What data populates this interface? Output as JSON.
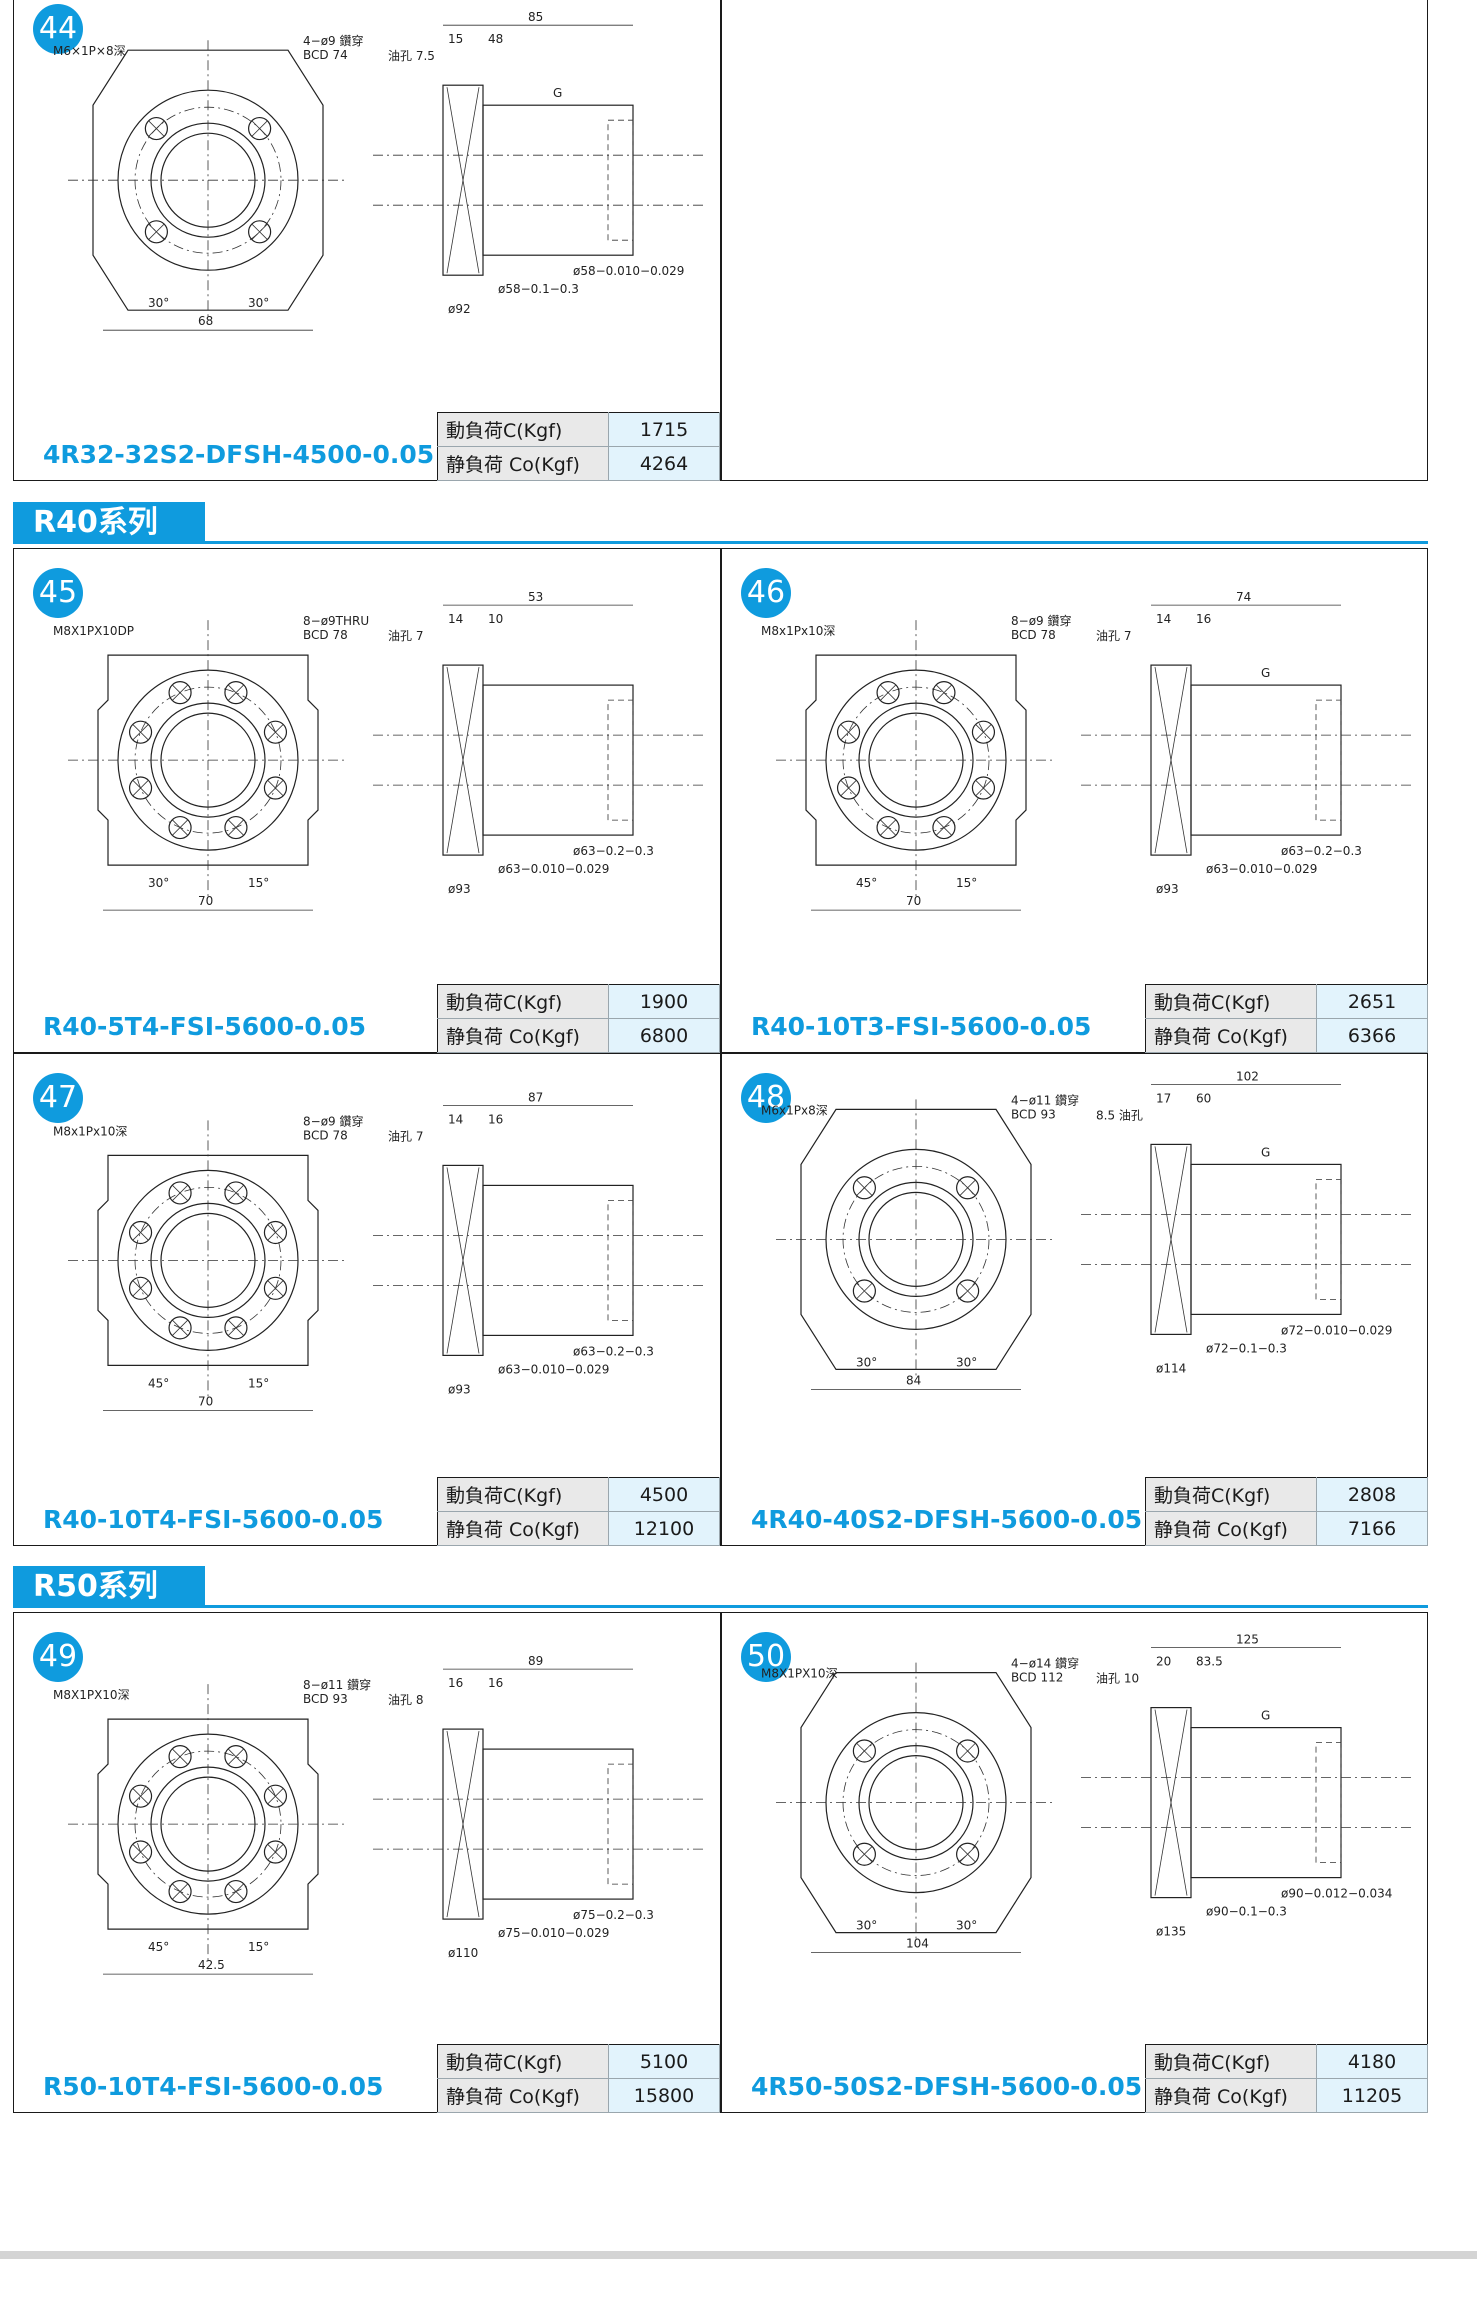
{
  "sections": [
    {
      "title": "R40系列"
    },
    {
      "title": "R50系列"
    }
  ],
  "load_labels": {
    "dynamic": "動負荷C(Kgf)",
    "static": "静負荷 Co(Kgf)"
  },
  "cards": [
    {
      "num": "44",
      "code": "4R32-32S2-DFSH-4500-0.05",
      "dynamic": "1715",
      "static": "4264",
      "dims": {
        "top": "85",
        "a": "15",
        "b": "48",
        "oil": "油孔 7.5",
        "tap": "M6×1P×8深",
        "holes": "4−ø9 鑽穿",
        "bcd": "BCD 74",
        "width": "68",
        "ang1": "30°",
        "ang2": "30°",
        "d1": "ø58−0.1−0.3",
        "d2": "ø58−0.010−0.029",
        "d3": "ø92",
        "g": "G"
      }
    },
    {
      "num": "45",
      "code": "R40-5T4-FSI-5600-0.05",
      "dynamic": "1900",
      "static": "6800",
      "dims": {
        "top": "53",
        "a": "14",
        "b": "10",
        "oil": "油孔 7",
        "tap": "M8X1PX10DP",
        "holes": "8−ø9THRU",
        "bcd": "BCD 78",
        "width": "70",
        "ang1": "30°",
        "ang2": "15°",
        "d1": "ø63−0.010−0.029",
        "d2": "ø63−0.2−0.3",
        "d3": "ø93",
        "g": ""
      }
    },
    {
      "num": "46",
      "code": "R40-10T3-FSI-5600-0.05",
      "dynamic": "2651",
      "static": "6366",
      "dims": {
        "top": "74",
        "a": "14",
        "b": "16",
        "oil": "油孔 7",
        "tap": "M8x1Px10深",
        "holes": "8−ø9 鑽穿",
        "bcd": "BCD 78",
        "width": "70",
        "ang1": "45°",
        "ang2": "15°",
        "d1": "ø63−0.010−0.029",
        "d2": "ø63−0.2−0.3",
        "d3": "ø93",
        "g": "G"
      }
    },
    {
      "num": "47",
      "code": "R40-10T4-FSI-5600-0.05",
      "dynamic": "4500",
      "static": "12100",
      "dims": {
        "top": "87",
        "a": "14",
        "b": "16",
        "oil": "油孔 7",
        "tap": "M8x1Px10深",
        "holes": "8−ø9 鑽穿",
        "bcd": "BCD 78",
        "width": "70",
        "ang1": "45°",
        "ang2": "15°",
        "d1": "ø63−0.010−0.029",
        "d2": "ø63−0.2−0.3",
        "d3": "ø93",
        "g": ""
      }
    },
    {
      "num": "48",
      "code": "4R40-40S2-DFSH-5600-0.05",
      "dynamic": "2808",
      "static": "7166",
      "dims": {
        "top": "102",
        "a": "17",
        "b": "60",
        "oil": "8.5 油孔",
        "tap": "M6x1Px8深",
        "holes": "4−ø11 鑽穿",
        "bcd": "BCD 93",
        "width": "84",
        "ang1": "30°",
        "ang2": "30°",
        "d1": "ø72−0.1−0.3",
        "d2": "ø72−0.010−0.029",
        "d3": "ø114",
        "g": "G"
      }
    },
    {
      "num": "49",
      "code": "R50-10T4-FSI-5600-0.05",
      "dynamic": "5100",
      "static": "15800",
      "dims": {
        "top": "89",
        "a": "16",
        "b": "16",
        "oil": "油孔 8",
        "tap": "M8X1PX10深",
        "holes": "8−ø11 鑽穿",
        "bcd": "BCD 93",
        "width": "42.5",
        "ang1": "45°",
        "ang2": "15°",
        "d1": "ø75−0.010−0.029",
        "d2": "ø75−0.2−0.3",
        "d3": "ø110",
        "g": ""
      }
    },
    {
      "num": "50",
      "code": "4R50-50S2-DFSH-5600-0.05",
      "dynamic": "4180",
      "static": "11205",
      "dims": {
        "top": "125",
        "a": "20",
        "b": "83.5",
        "oil": "油孔 10",
        "tap": "M8X1PX10深",
        "holes": "4−ø14 鑽穿",
        "bcd": "BCD 112",
        "width": "104",
        "ang1": "30°",
        "ang2": "30°",
        "d1": "ø90−0.1−0.3",
        "d2": "ø90−0.012−0.034",
        "d3": "ø135",
        "g": "G"
      }
    }
  ]
}
